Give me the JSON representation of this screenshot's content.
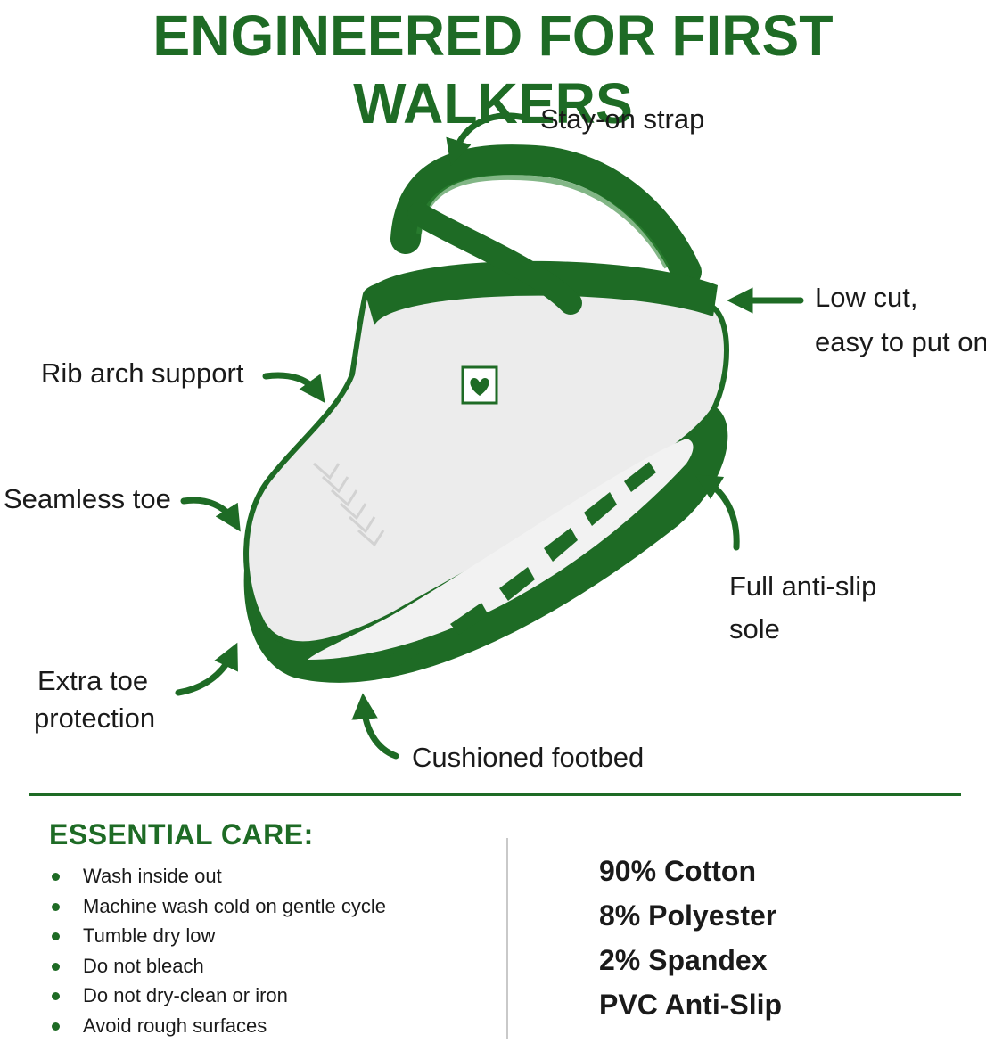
{
  "title": "ENGINEERED FOR FIRST WALKERS",
  "colors": {
    "brand_green": "#1e6b25",
    "sock_white": "#ececec",
    "text": "#1a1a1a"
  },
  "callouts": {
    "strap": "Stay-on strap",
    "low_cut_line1": "Low cut,",
    "low_cut_line2": "easy to put on",
    "rib_arch": "Rib arch support",
    "seamless_toe": "Seamless toe",
    "anti_slip_line1": "Full anti-slip",
    "anti_slip_line2": "sole",
    "extra_toe_line1": "Extra toe",
    "extra_toe_line2": "protection",
    "footbed": "Cushioned footbed"
  },
  "care": {
    "heading": "ESSENTIAL CARE:",
    "items": [
      "Wash inside out",
      "Machine wash cold on gentle cycle",
      "Tumble dry low",
      "Do not bleach",
      "Do not dry-clean or iron",
      "Avoid rough surfaces"
    ]
  },
  "materials": [
    "90% Cotton",
    "8% Polyester",
    "2% Spandex",
    "PVC Anti-Slip"
  ]
}
